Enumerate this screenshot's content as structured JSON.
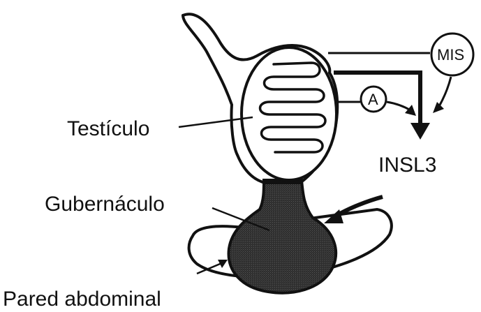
{
  "labels": {
    "testis": "Testículo",
    "gubernaculum": "Gubernáculo",
    "abdominal_wall": "Pared abdominal",
    "insl3": "INSL3",
    "mis": "MIS",
    "androgen": "A"
  },
  "colors": {
    "ink": "#111111",
    "gubernaculum_fill": "#2a2a2a",
    "background": "#ffffff"
  }
}
